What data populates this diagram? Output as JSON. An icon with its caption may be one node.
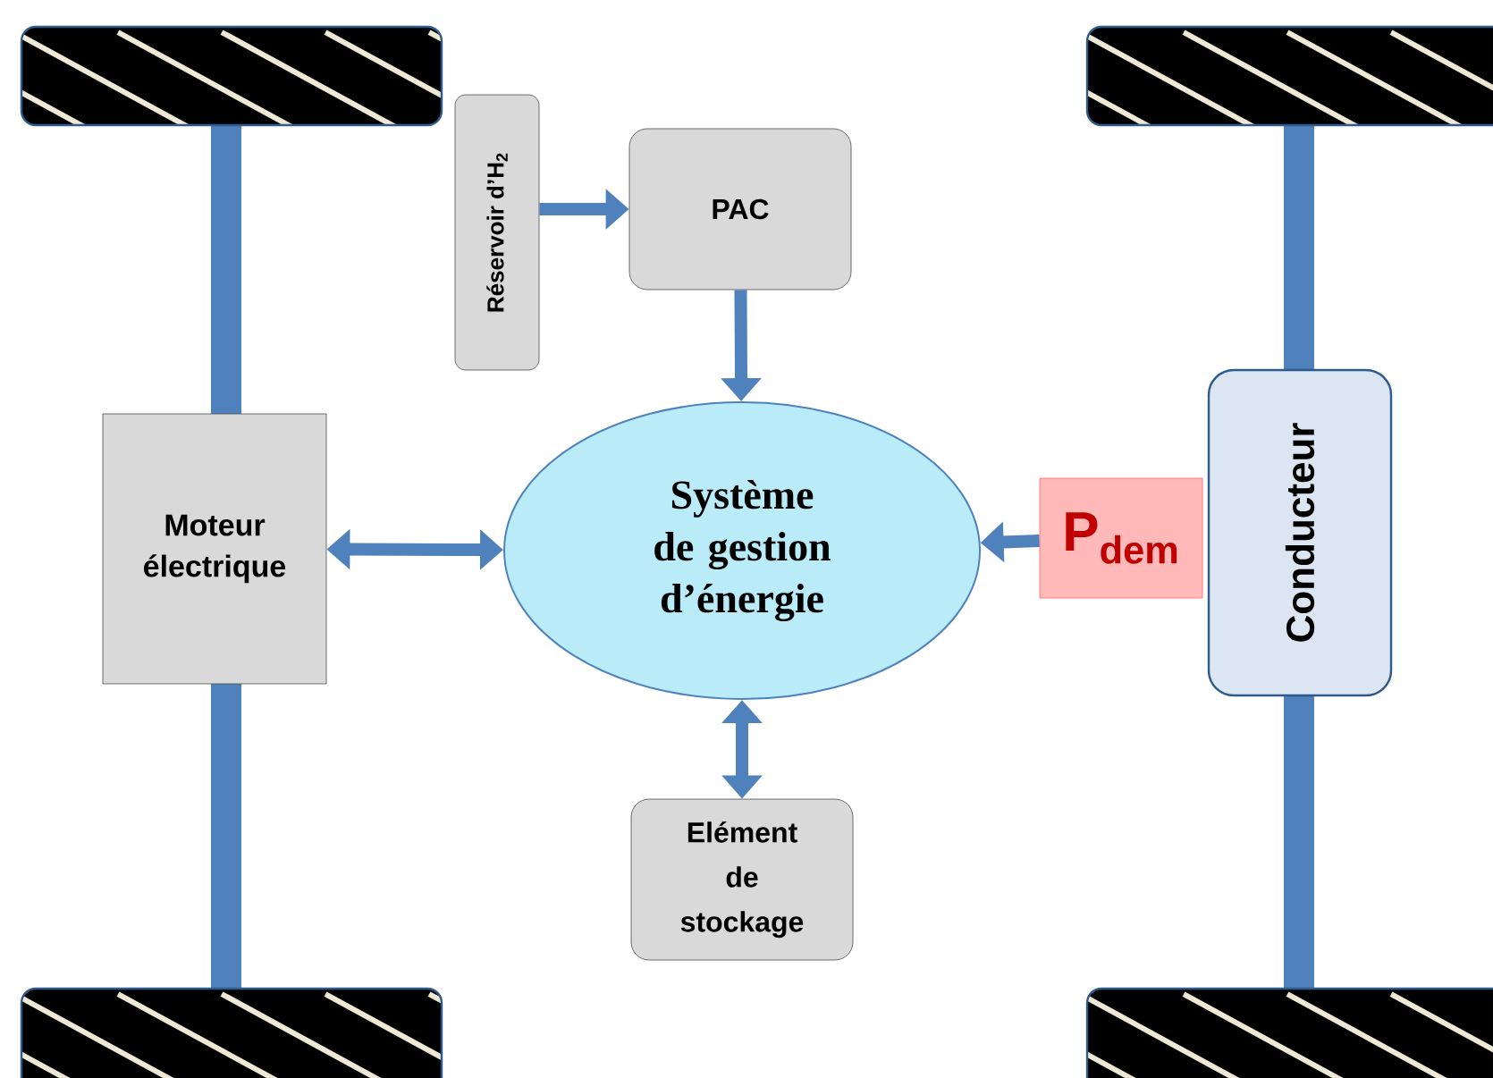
{
  "diagram": {
    "nodes": [
      {
        "text": [
          "Réservoir d’H$_{2}$"
        ]
      },
      {
        "text": [
          "PAC"
        ]
      },
      {
        "text": [
          "Moteur électrique"
        ]
      },
      {
        "text": [
          "Système de gestion d’énergie"
        ]
      },
      {
        "text": [
          "P$_{dem}$"
        ]
      },
      {
        "text": [
          "Conducteur"
        ]
      },
      {
        "text": [
          "Elément de stockage"
        ]
      }
    ],
    "edges": [
      {
        "from": 0,
        "to": 1,
        "arrow": "to"
      },
      {
        "from": 1,
        "to": 3,
        "arrow": "to"
      },
      {
        "from": 3,
        "to": 2,
        "arrow": "both"
      },
      {
        "from": 4,
        "to": 3,
        "arrow": "to"
      },
      {
        "from": 3,
        "to": 6,
        "arrow": "both"
      }
    ]
  }
}
